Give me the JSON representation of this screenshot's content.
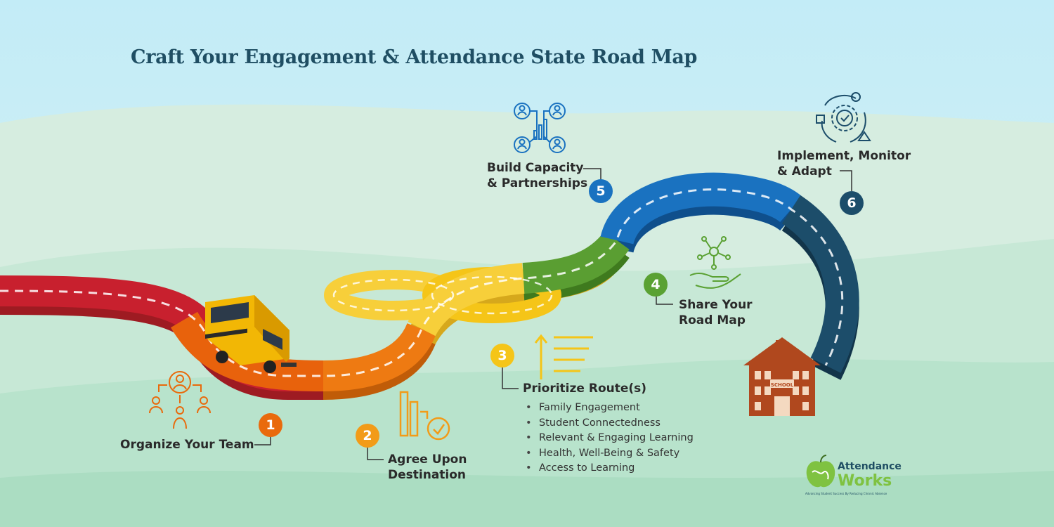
{
  "title": "Craft Your Engagement & Attendance State Road Map",
  "steps": [
    {
      "number": "1",
      "label_lines": [
        "Organize Your Team"
      ],
      "color": "#e96a0c"
    },
    {
      "number": "2",
      "label_lines": [
        "Agree Upon",
        "Destination"
      ],
      "color": "#f29b18"
    },
    {
      "number": "3",
      "label_lines": [
        "Prioritize Route(s)"
      ],
      "color": "#f5c518",
      "routes": [
        "Family Engagement",
        "Student Connectedness",
        "Relevant & Engaging Learning",
        "Health, Well-Being & Safety",
        "Access to Learning"
      ]
    },
    {
      "number": "4",
      "label_lines": [
        "Share Your",
        "Road Map"
      ],
      "color": "#5aa133"
    },
    {
      "number": "5",
      "label_lines": [
        "Build Capacity",
        "& Partnerships"
      ],
      "color": "#1a72c0"
    },
    {
      "number": "6",
      "label_lines": [
        "Implement, Monitor",
        "& Adapt"
      ],
      "color": "#1c4d6a"
    }
  ],
  "school_sign": "SCHOOL",
  "logo": {
    "name_line1": "Attendance",
    "name_line2": "Works",
    "tagline": "Advancing Student Success By Reducing Chronic Absence"
  },
  "icons": {
    "step1": "team-org-chart-icon",
    "step2": "destination-checklist-icon",
    "step3": "priority-lines-arrow-icon",
    "step4": "hand-network-icon",
    "step5": "partnership-network-icon",
    "step6": "cycle-gear-check-icon",
    "vehicle": "school-bus",
    "end": "school-building"
  },
  "colors": {
    "title": "#1f4e63",
    "road_red": "#c8202e",
    "road_orange": "#ee7a12",
    "road_yellow": "#f7cf3a",
    "road_green": "#5a9e32",
    "road_blue": "#1a72c0",
    "road_navy": "#1c4d6a",
    "school": "#b0481e"
  }
}
